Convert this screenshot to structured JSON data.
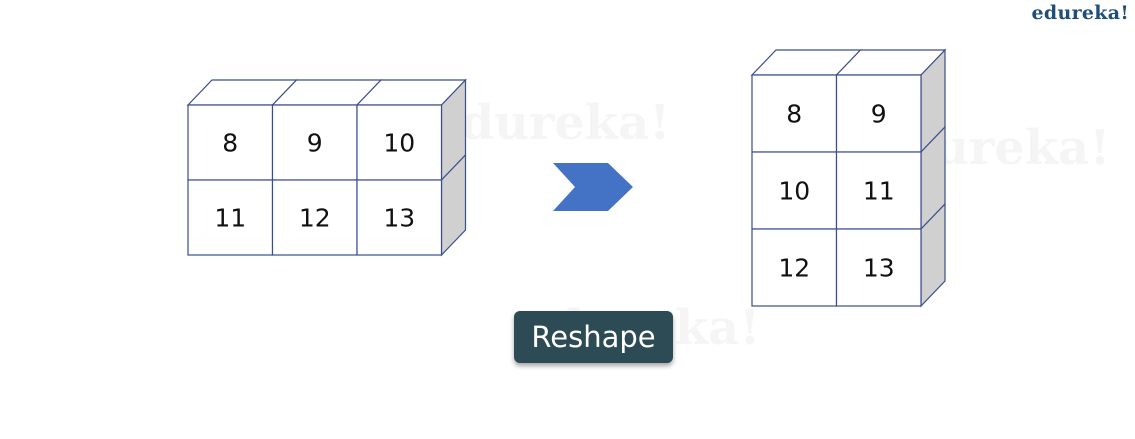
{
  "brand": {
    "logo_text": "edureka!"
  },
  "diagram": {
    "source_grid": {
      "rows": [
        [
          "8",
          "9",
          "10"
        ],
        [
          "11",
          "12",
          "13"
        ]
      ]
    },
    "target_grid": {
      "rows": [
        [
          "8",
          "9"
        ],
        [
          "10",
          "11"
        ],
        [
          "12",
          "13"
        ]
      ]
    },
    "arrow_color": "#4472c4",
    "operation_label": "Reshape",
    "colors": {
      "cube_edge": "#3b4e8c",
      "cube_front": "#ffffff",
      "cube_side": "#d0d0d0",
      "button_bg": "#2d4b54"
    }
  }
}
